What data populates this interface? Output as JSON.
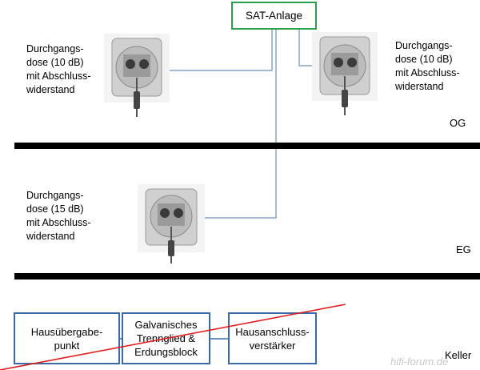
{
  "sat": {
    "label": "SAT-Anlage"
  },
  "sockets": [
    {
      "label": "Durchgangs-\ndose (10 dB)\nmit Abschluss-\nwiderstand"
    },
    {
      "label": "Durchgangs-\ndose (10 dB)\nmit Abschluss-\nwiderstand"
    },
    {
      "label": "Durchgangs-\ndose (15 dB)\nmit Abschluss-\nwiderstand"
    }
  ],
  "floors": {
    "og": "OG",
    "eg": "EG",
    "keller": "Keller"
  },
  "cellar_boxes": [
    {
      "label": "Hausübergabe-\npunkt"
    },
    {
      "label": "Galvanisches\nTrennglied &\nErdungsblock"
    },
    {
      "label": "Hausanschluss-\nverstärker"
    }
  ],
  "watermark": "hifi-forum.de",
  "colors": {
    "sat_border": "#2aa04a",
    "box_border": "#3a6aa8",
    "cable": "#6a8fb8",
    "strike": "#e02020"
  }
}
